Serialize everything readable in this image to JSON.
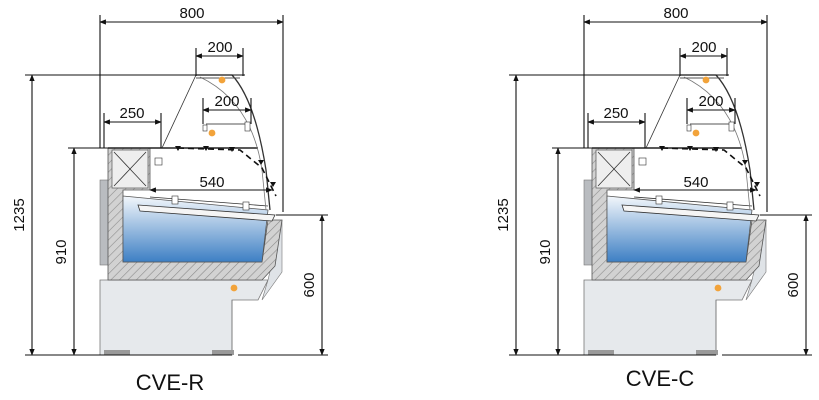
{
  "diagrams": [
    {
      "caption": "CVE-R",
      "dims": {
        "total_depth": "800",
        "top_shelf_depth": "200",
        "mid_shelf_depth": "200",
        "back_work_depth": "250",
        "tray_depth": "540",
        "total_height": "1235",
        "counter_height": "910",
        "base_height": "600"
      },
      "glass_profile": "curved"
    },
    {
      "caption": "CVE-C",
      "dims": {
        "total_depth": "800",
        "top_shelf_depth": "200",
        "mid_shelf_depth": "200",
        "back_work_depth": "250",
        "tray_depth": "540",
        "total_height": "1235",
        "counter_height": "910",
        "base_height": "600"
      },
      "glass_profile": "curved"
    }
  ],
  "colors": {
    "insulation": "#c9c9c9",
    "body": "#e6e9ec",
    "tray_top": "#f3f7fb",
    "tray_bottom": "#3d7fc4",
    "lamp": "#f2a33a",
    "line": "#111111"
  }
}
